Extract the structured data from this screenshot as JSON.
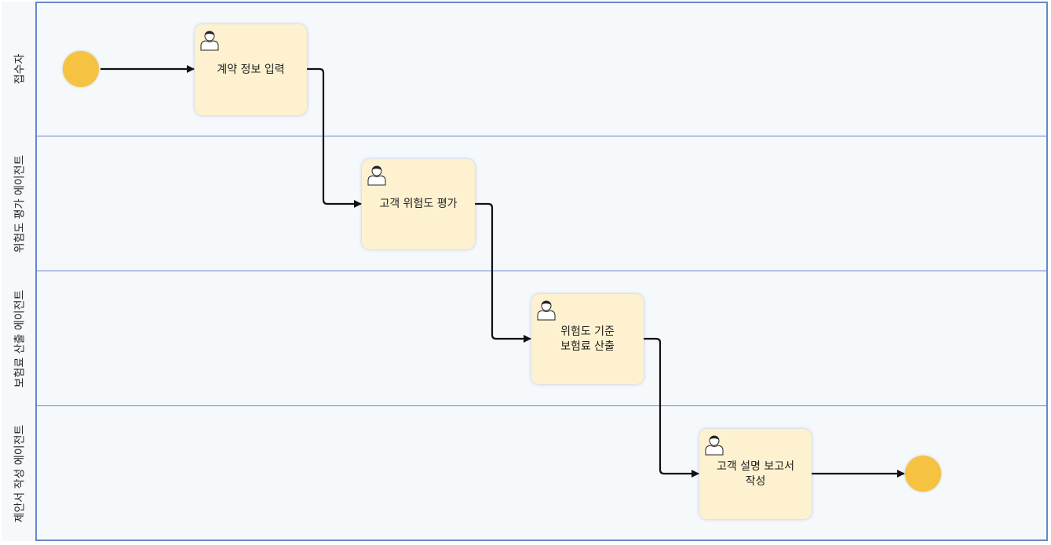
{
  "lanes": [
    {
      "label": "접수자"
    },
    {
      "label": "위험도 평가 에이전트"
    },
    {
      "label": "보험료 산출 에이전트"
    },
    {
      "label": "제안서 작성 에이전트"
    }
  ],
  "tasks": [
    {
      "label": "계약 정보 입력"
    },
    {
      "label": "고객 위험도 평가"
    },
    {
      "label": "위험도 기준\n보험료 산출"
    },
    {
      "label": "고객 설명 보고서\n작성"
    }
  ],
  "colors": {
    "lane_border": "#6a86c8",
    "task_fill": "#fdf1cf",
    "event_fill": "#f5c242",
    "background": "#f5f9fc"
  }
}
